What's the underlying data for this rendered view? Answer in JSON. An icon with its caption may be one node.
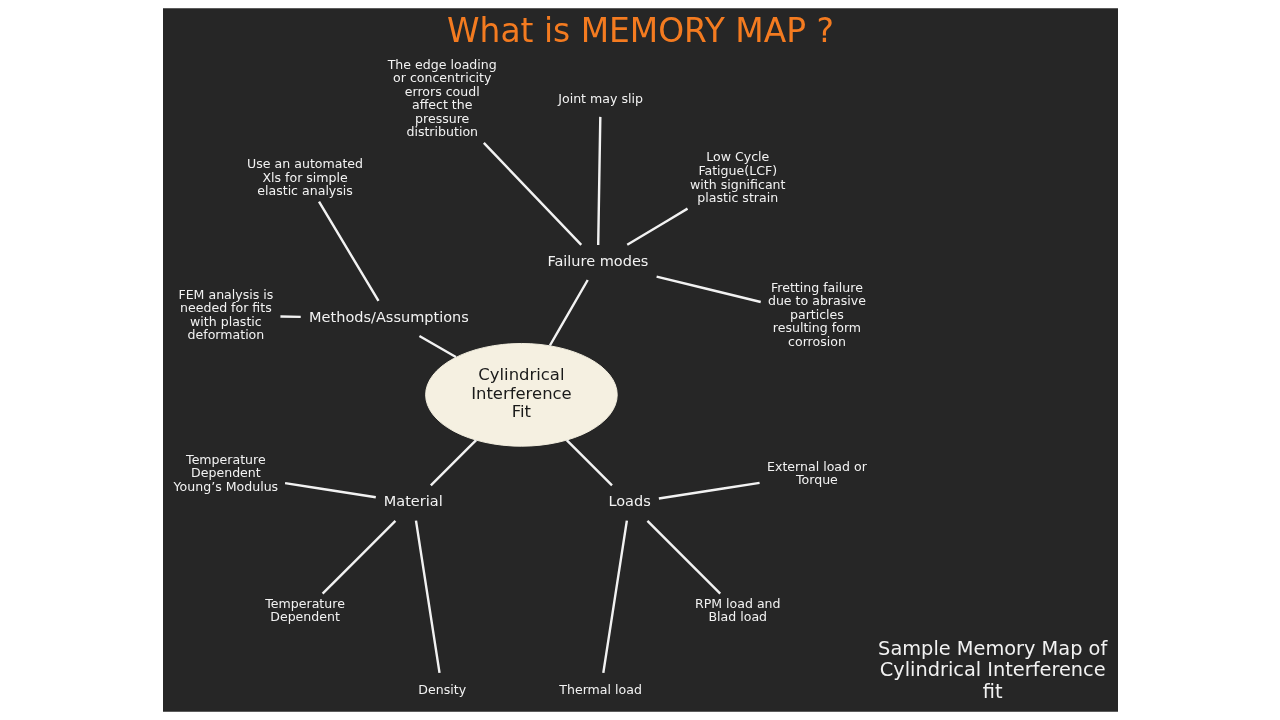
{
  "diagram": {
    "title": "What is MEMORY MAP ?",
    "nodes": [
      {
        "text": [
          "Cylindrical Interference Fit"
        ]
      },
      {
        "text": [
          "Methods/Assumptions"
        ]
      },
      {
        "text": [
          "FEM analysis is needed for fits with plastic deformation"
        ]
      },
      {
        "text": [
          "Use an automated Xls for simple elastic analysis"
        ]
      },
      {
        "text": [
          "Material"
        ]
      },
      {
        "text": [
          "Temperature Dependent Young’s Modulus"
        ]
      },
      {
        "text": [
          "Temperature Dependent"
        ]
      },
      {
        "text": [
          "Density"
        ]
      },
      {
        "text": [
          "Failure modes"
        ]
      },
      {
        "text": [
          "The edge loading or concentricity errors coudl affect the pressure distribution"
        ]
      },
      {
        "text": [
          "Joint may slip"
        ]
      },
      {
        "text": [
          "Low Cycle Fatigue(LCF) with significant plastic strain"
        ]
      },
      {
        "text": [
          "Fretting failure due to abrasive particles resulting form corrosion"
        ]
      },
      {
        "text": [
          "Loads"
        ]
      },
      {
        "text": [
          "Thermal load"
        ]
      },
      {
        "text": [
          "RPM load and Blad load"
        ]
      },
      {
        "text": [
          "External load or Torque"
        ]
      }
    ],
    "edges": [
      {
        "from": 0,
        "to": 1,
        "arrow": "none"
      },
      {
        "from": 1,
        "to": 2,
        "arrow": "none"
      },
      {
        "from": 1,
        "to": 3,
        "arrow": "none"
      },
      {
        "from": 0,
        "to": 4,
        "arrow": "none"
      },
      {
        "from": 4,
        "to": 5,
        "arrow": "none"
      },
      {
        "from": 4,
        "to": 6,
        "arrow": "none"
      },
      {
        "from": 4,
        "to": 7,
        "arrow": "none"
      },
      {
        "from": 0,
        "to": 8,
        "arrow": "none"
      },
      {
        "from": 8,
        "to": 9,
        "arrow": "none"
      },
      {
        "from": 8,
        "to": 10,
        "arrow": "none"
      },
      {
        "from": 8,
        "to": 11,
        "arrow": "none"
      },
      {
        "from": 8,
        "to": 12,
        "arrow": "none"
      },
      {
        "from": 0,
        "to": 13,
        "arrow": "none"
      },
      {
        "from": 13,
        "to": 14,
        "arrow": "none"
      },
      {
        "from": 13,
        "to": 15,
        "arrow": "none"
      },
      {
        "from": 13,
        "to": 16,
        "arrow": "none"
      }
    ],
    "labels": [
      "Sample Memory Map of Cylindrical Interference fit"
    ]
  }
}
